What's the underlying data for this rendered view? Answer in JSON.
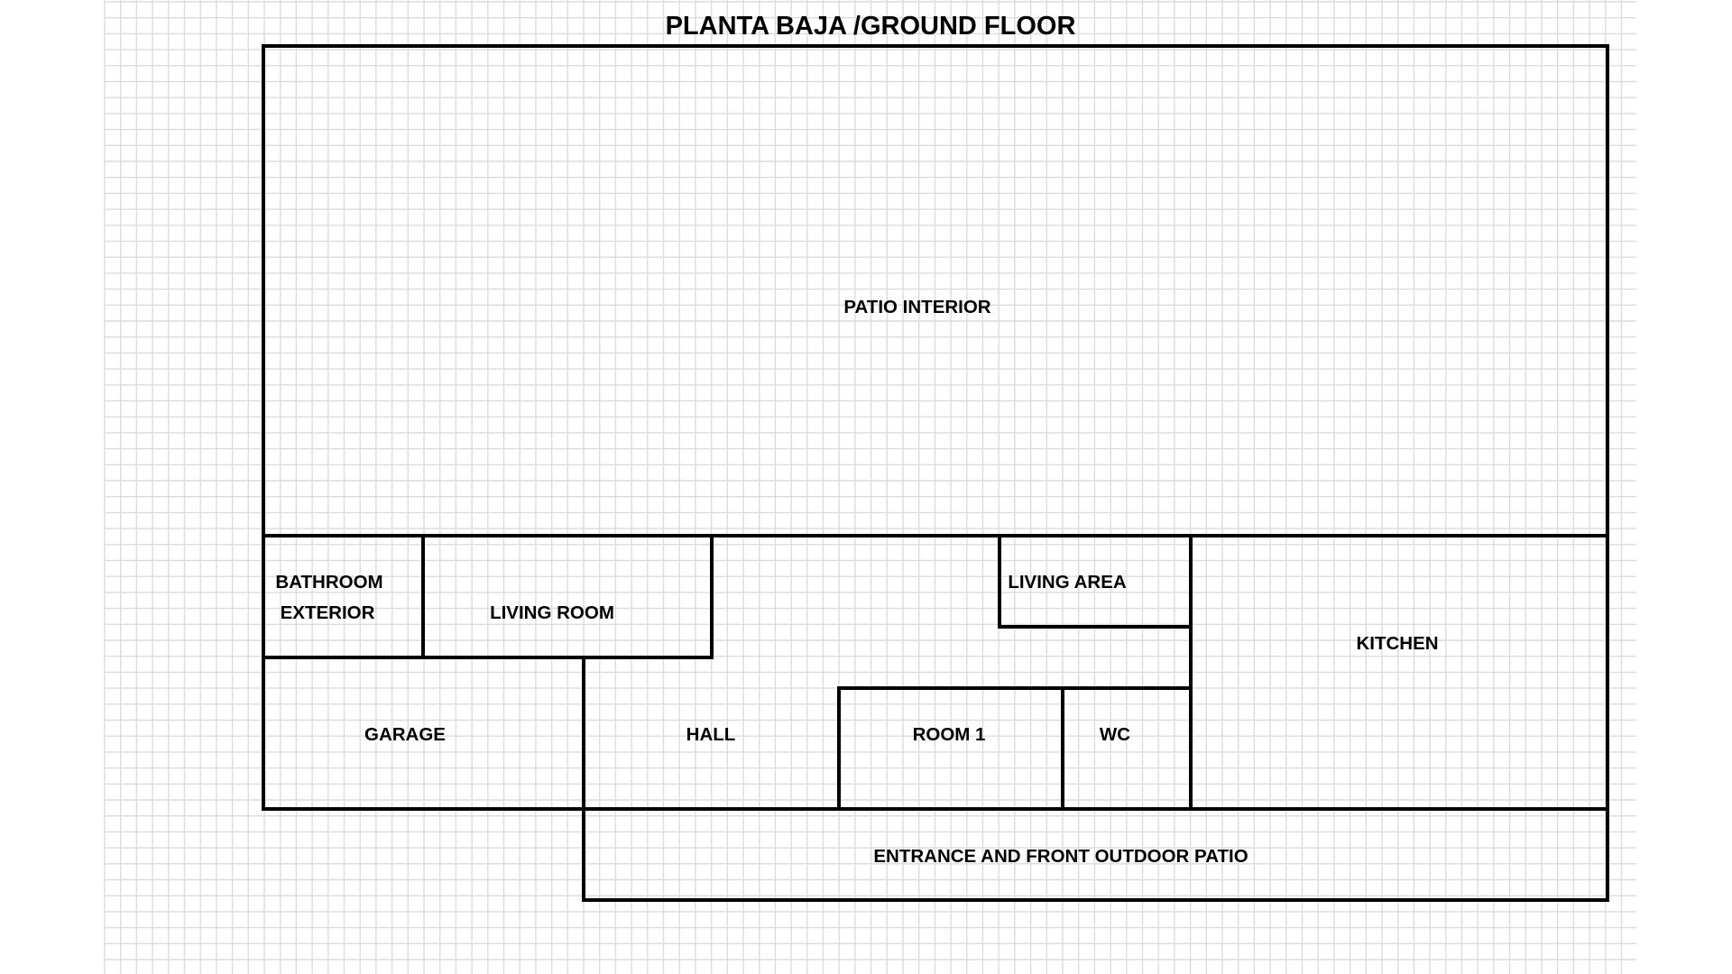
{
  "title": "PLANTA BAJA /GROUND FLOOR",
  "colors": {
    "background": "#ffffff",
    "grid": "#dcdcdc",
    "walls": "#000000",
    "text": "#000000"
  },
  "rooms": {
    "patio_interior": "PATIO INTERIOR",
    "bathroom_line1": "BATHROOM",
    "bathroom_line2": "EXTERIOR",
    "living_room": "LIVING ROOM",
    "living_area": "LIVING AREA",
    "kitchen": "KITCHEN",
    "garage": "GARAGE",
    "hall": "HALL",
    "room_1": "ROOM 1",
    "wc": "WC",
    "entrance": "ENTRANCE AND FRONT OUTDOOR PATIO"
  }
}
